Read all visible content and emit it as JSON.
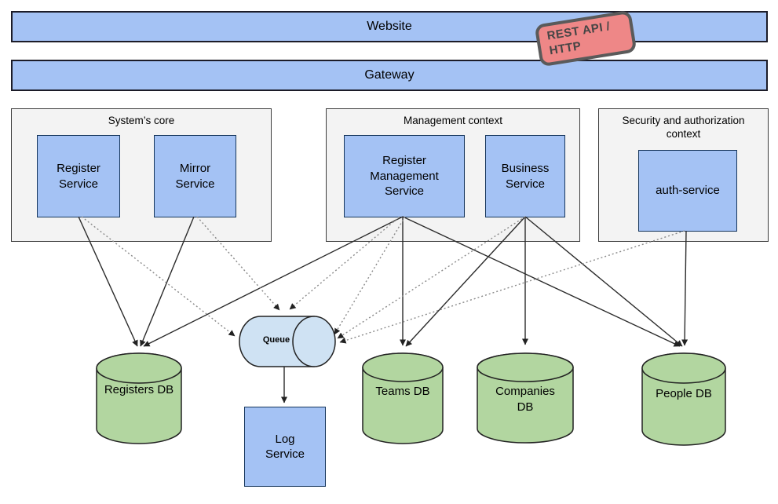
{
  "bars": {
    "website": "Website",
    "gateway": "Gateway"
  },
  "badge": {
    "label": "REST API / HTTP"
  },
  "contexts": [
    {
      "title": "System’s core",
      "services": [
        "Register Service",
        "Mirror Service"
      ]
    },
    {
      "title": "Management context",
      "services": [
        "Register Management Service",
        "Business Service"
      ]
    },
    {
      "title": "Security and authorization context",
      "services": [
        "auth-service"
      ]
    }
  ],
  "queue": {
    "label": "Queue"
  },
  "databases": [
    {
      "label": "Registers DB"
    },
    {
      "label": "Teams DB"
    },
    {
      "label": "Companies DB"
    },
    {
      "label": "People DB"
    }
  ],
  "log_service": {
    "label": "Log Service"
  },
  "colors": {
    "bar_fill": "#a4c2f4",
    "service_fill": "#a4c2f4",
    "context_fill": "#f3f3f3",
    "db_fill": "#b2d6a0",
    "queue_fill": "#cfe2f3",
    "badge_fill": "#ee8787",
    "badge_border": "#5a5a5a"
  },
  "edges": {
    "solid": [
      {
        "from": "Register Service",
        "to": "Registers DB"
      },
      {
        "from": "Mirror Service",
        "to": "Registers DB"
      },
      {
        "from": "Register Management Service",
        "to": "Registers DB"
      },
      {
        "from": "Register Management Service",
        "to": "Teams DB"
      },
      {
        "from": "Register Management Service",
        "to": "People DB"
      },
      {
        "from": "Business Service",
        "to": "Teams DB"
      },
      {
        "from": "Business Service",
        "to": "Companies DB"
      },
      {
        "from": "Business Service",
        "to": "People DB"
      },
      {
        "from": "auth-service",
        "to": "People DB"
      },
      {
        "from": "Queue",
        "to": "Log Service"
      }
    ],
    "dotted": [
      {
        "from": "Register Service",
        "to": "Queue"
      },
      {
        "from": "Mirror Service",
        "to": "Queue"
      },
      {
        "from": "Register Management Service",
        "to": "Queue"
      },
      {
        "from": "Register Management Service",
        "to": "Queue"
      },
      {
        "from": "Business Service",
        "to": "Queue"
      },
      {
        "from": "auth-service",
        "to": "Queue"
      }
    ]
  }
}
